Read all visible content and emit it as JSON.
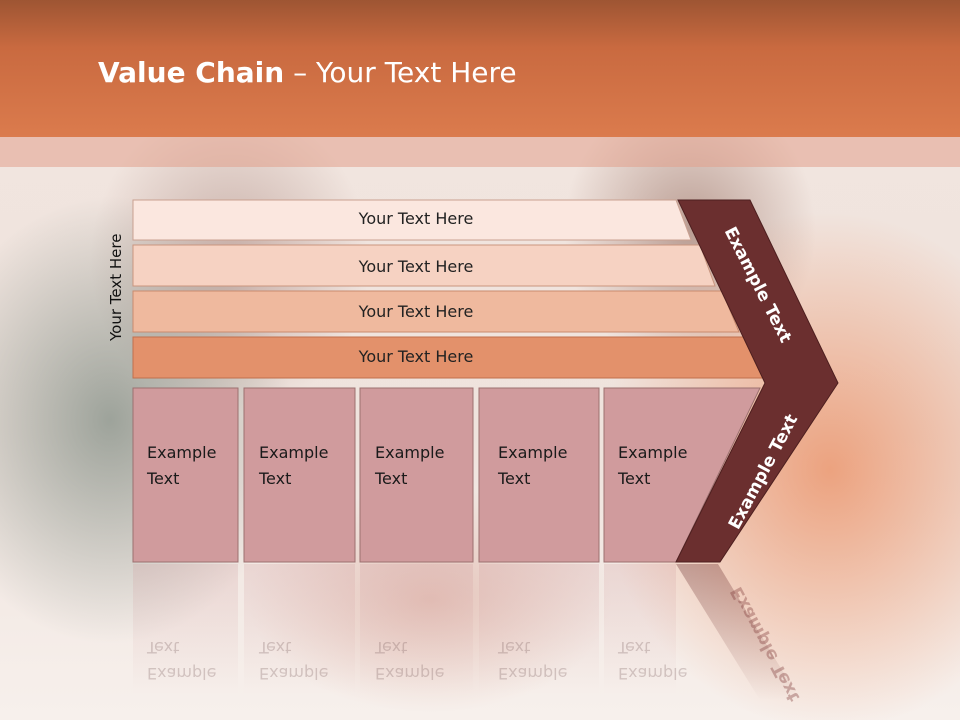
{
  "slide": {
    "title_bold": "Value Chain",
    "title_rest": " – Your Text Here",
    "side_label": "Your Text Here"
  },
  "bars": [
    {
      "label": "Your Text Here",
      "color": "#fbe7df"
    },
    {
      "label": "Your Text Here",
      "color": "#f6d2c2"
    },
    {
      "label": "Your Text Here",
      "color": "#efb99e"
    },
    {
      "label": "Your Text Here",
      "color": "#e3916b"
    }
  ],
  "boxes": [
    {
      "line1": "Example",
      "line2": "Text"
    },
    {
      "line1": "Example",
      "line2": "Text"
    },
    {
      "line1": "Example",
      "line2": "Text"
    },
    {
      "line1": "Example",
      "line2": "Text"
    },
    {
      "line1": "Example",
      "line2": "Text"
    }
  ],
  "chevron": {
    "top_label": "Example Text",
    "bottom_label": "Example Text",
    "color": "#6b2f2f"
  },
  "colors": {
    "header": "#d9794b",
    "box_fill": "#d09b9d"
  }
}
